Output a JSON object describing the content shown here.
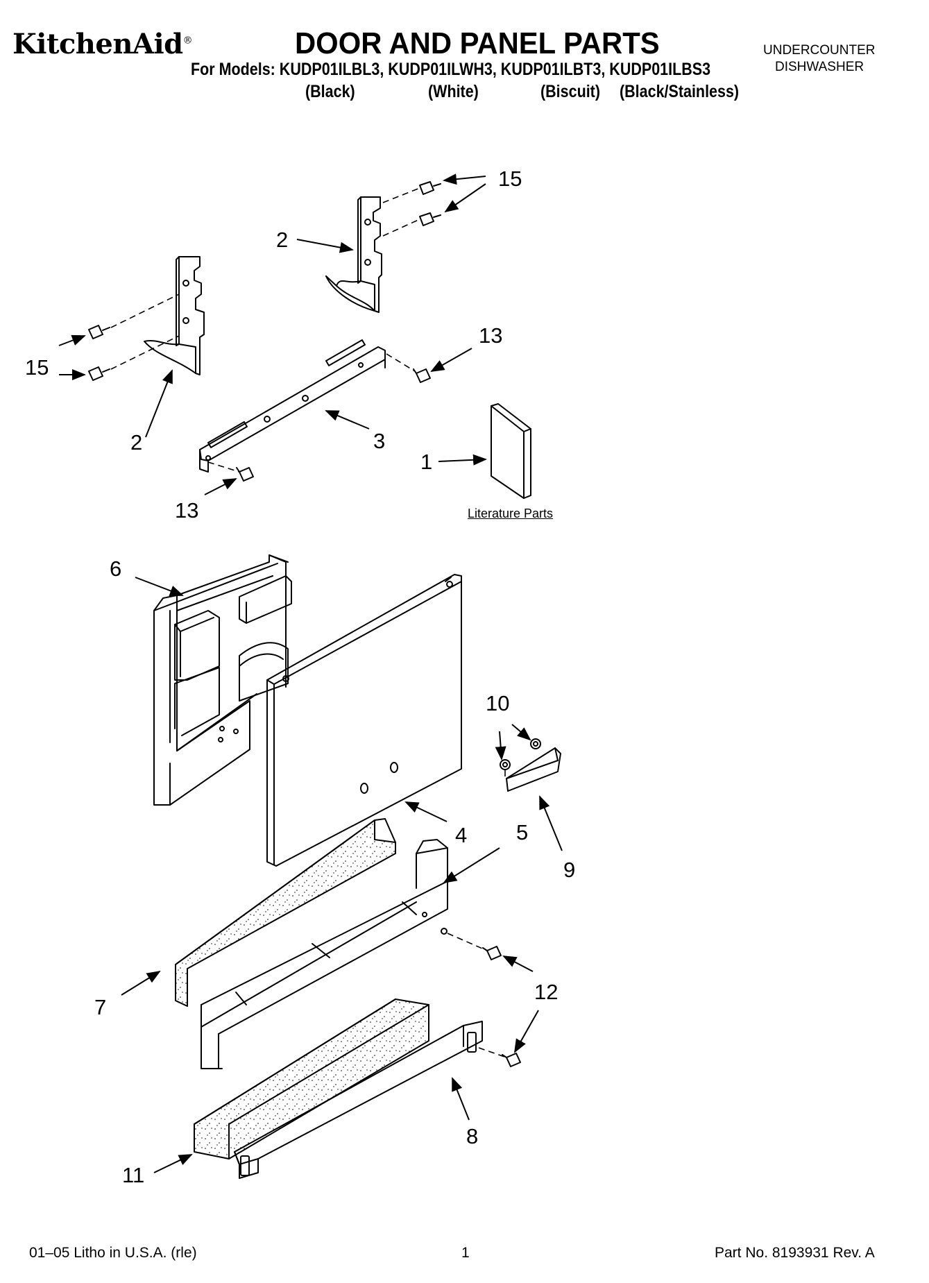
{
  "header": {
    "brand": "KitchenAid",
    "title": "DOOR AND PANEL PARTS",
    "models": "For Models: KUDP01ILBL3, KUDP01ILWH3, KUDP01ILBT3, KUDP01ILBS3",
    "colors": [
      "(Black)",
      "(White)",
      "(Biscuit)",
      "(Black/Stainless)"
    ],
    "category_line1": "UNDERCOUNTER",
    "category_line2": "DISHWASHER"
  },
  "callouts": {
    "c15a": "15",
    "c15b": "15",
    "c2a": "2",
    "c2b": "2",
    "c13a": "13",
    "c13b": "13",
    "c3": "3",
    "c1": "1",
    "c6": "6",
    "c4": "4",
    "c10": "10",
    "c9": "9",
    "c5": "5",
    "c7": "7",
    "c12": "12",
    "c8": "8",
    "c11": "11"
  },
  "literature_label": "Literature Parts",
  "footer": {
    "left": "01–05 Litho in U.S.A. (rle)",
    "center": "1",
    "right": "Part No. 8193931 Rev. A"
  }
}
